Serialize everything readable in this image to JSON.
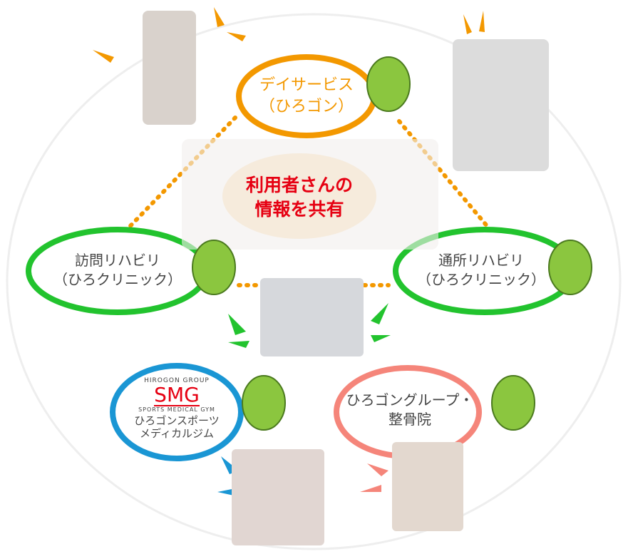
{
  "nodes": {
    "day_service": {
      "line1": "デイサービス",
      "line2": "（ひろゴン）",
      "color": "#f39800"
    },
    "shared_info": {
      "line1": "利用者さんの",
      "line2": "情報を共有",
      "color": "#e60012",
      "fill": "#fde5c3"
    },
    "home_rehab": {
      "line1": "訪問リハビリ",
      "line2": "（ひろクリニック）",
      "color": "#22c32e"
    },
    "outpatient_rehab": {
      "line1": "通所リハビリ",
      "line2": "（ひろクリニック）",
      "color": "#22c32e"
    },
    "smg": {
      "group": "HIROGON GROUP",
      "logo": "SMG",
      "sub": "SPORTS MEDICAL GYM",
      "line1": "ひろゴンスポーツ",
      "line2": "メディカルジム",
      "color": "#1a96d4"
    },
    "seikotsu": {
      "line1": "ひろゴングループ・",
      "line2": "整骨院",
      "color": "#f5857a"
    }
  },
  "colors": {
    "dotted_line": "#f39800",
    "text": "#444444",
    "mascot": "#8bc63f"
  }
}
